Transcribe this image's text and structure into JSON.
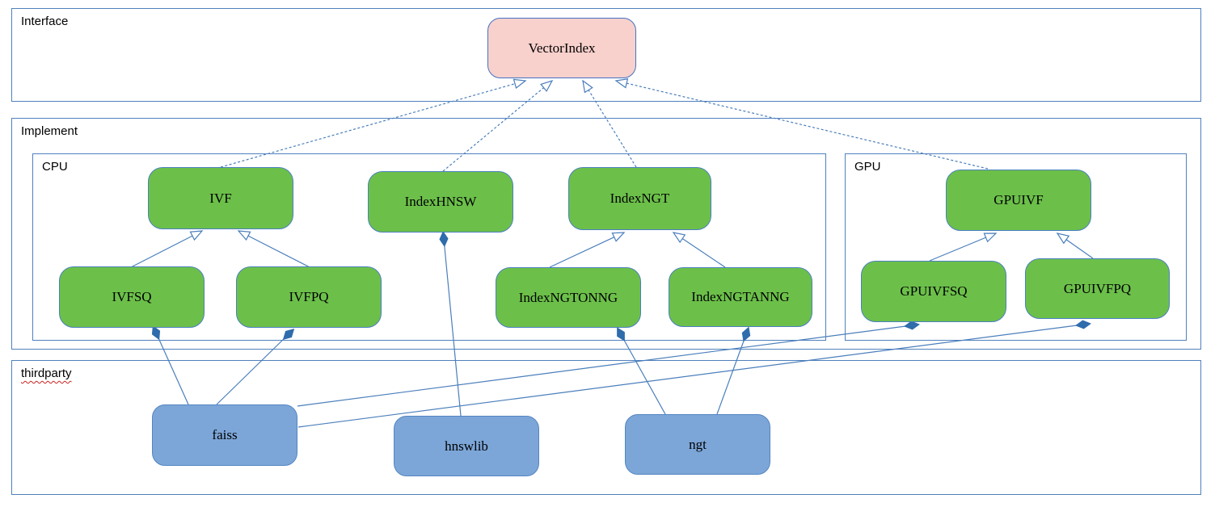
{
  "sections": {
    "interface": {
      "label": "Interface"
    },
    "implement": {
      "label": "Implement"
    },
    "cpu": {
      "label": "CPU"
    },
    "gpu": {
      "label": "GPU"
    },
    "thirdparty": {
      "label": "thirdparty"
    }
  },
  "nodes": {
    "vectorindex": {
      "label": "VectorIndex",
      "section": "interface",
      "kind": "interface"
    },
    "ivf": {
      "label": "IVF",
      "section": "cpu",
      "kind": "class"
    },
    "indexhnsw": {
      "label": "IndexHNSW",
      "section": "cpu",
      "kind": "class"
    },
    "indexngt": {
      "label": "IndexNGT",
      "section": "cpu",
      "kind": "class"
    },
    "ivfsq": {
      "label": "IVFSQ",
      "section": "cpu",
      "kind": "class"
    },
    "ivfpq": {
      "label": "IVFPQ",
      "section": "cpu",
      "kind": "class"
    },
    "indexngtonng": {
      "label": "IndexNGTONNG",
      "section": "cpu",
      "kind": "class"
    },
    "indexngtanng": {
      "label": "IndexNGTANNG",
      "section": "cpu",
      "kind": "class"
    },
    "gpuivf": {
      "label": "GPUIVF",
      "section": "gpu",
      "kind": "class"
    },
    "gpuivfsq": {
      "label": "GPUIVFSQ",
      "section": "gpu",
      "kind": "class"
    },
    "gpuivfpq": {
      "label": "GPUIVFPQ",
      "section": "gpu",
      "kind": "class"
    },
    "faiss": {
      "label": "faiss",
      "section": "thirdparty",
      "kind": "library"
    },
    "hnswlib": {
      "label": "hnswlib",
      "section": "thirdparty",
      "kind": "library"
    },
    "ngt": {
      "label": "ngt",
      "section": "thirdparty",
      "kind": "library"
    }
  },
  "edges": [
    {
      "from": "IVF",
      "to": "VectorIndex",
      "type": "realization-dashed-hollow-arrow"
    },
    {
      "from": "IndexHNSW",
      "to": "VectorIndex",
      "type": "realization-dashed-hollow-arrow"
    },
    {
      "from": "IndexNGT",
      "to": "VectorIndex",
      "type": "realization-dashed-hollow-arrow"
    },
    {
      "from": "GPUIVF",
      "to": "VectorIndex",
      "type": "realization-dashed-hollow-arrow"
    },
    {
      "from": "IVFSQ",
      "to": "IVF",
      "type": "inheritance-hollow-arrow"
    },
    {
      "from": "IVFPQ",
      "to": "IVF",
      "type": "inheritance-hollow-arrow"
    },
    {
      "from": "IndexNGTONNG",
      "to": "IndexNGT",
      "type": "inheritance-hollow-arrow"
    },
    {
      "from": "IndexNGTANNG",
      "to": "IndexNGT",
      "type": "inheritance-hollow-arrow"
    },
    {
      "from": "GPUIVFSQ",
      "to": "GPUIVF",
      "type": "inheritance-hollow-arrow"
    },
    {
      "from": "GPUIVFPQ",
      "to": "GPUIVF",
      "type": "inheritance-hollow-arrow"
    },
    {
      "from": "faiss",
      "to": "IVFSQ",
      "type": "composition-filled-diamond"
    },
    {
      "from": "faiss",
      "to": "IVFPQ",
      "type": "composition-filled-diamond"
    },
    {
      "from": "faiss",
      "to": "GPUIVFSQ",
      "type": "composition-filled-diamond"
    },
    {
      "from": "faiss",
      "to": "GPUIVFPQ",
      "type": "composition-filled-diamond"
    },
    {
      "from": "hnswlib",
      "to": "IndexHNSW",
      "type": "composition-filled-diamond"
    },
    {
      "from": "ngt",
      "to": "IndexNGTONNG",
      "type": "composition-filled-diamond"
    },
    {
      "from": "ngt",
      "to": "IndexNGTANNG",
      "type": "composition-filled-diamond"
    }
  ],
  "colors": {
    "class_fill": "#6cc04a",
    "library_fill": "#7ca6d8",
    "interface_fill": "#f8d0cc",
    "node_border": "#4a80be",
    "section_border": "#4f81bd",
    "edge_line": "#4a7ebb",
    "diamond_fill": "#2e6cac",
    "spellcheck_underline": "#cc2222"
  }
}
